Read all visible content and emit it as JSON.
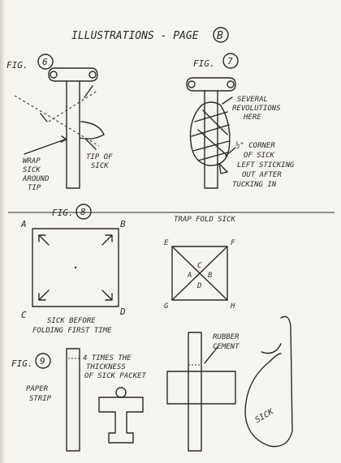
{
  "header": {
    "title": "ILLUSTRATIONS - PAGE",
    "page_letter": "B"
  },
  "fig6": {
    "label": "FIG.",
    "number": "6",
    "wrap_text": [
      "WRAP",
      "SICK",
      "AROUND",
      "TIP"
    ],
    "tip_text": [
      "TIP OF",
      "SICK"
    ]
  },
  "fig7": {
    "label": "FIG.",
    "number": "7",
    "revolutions_text": [
      "SEVERAL",
      "REVOLUTIONS",
      "HERE"
    ],
    "corner_text": [
      "½\" CORNER",
      "OF SICK",
      "LEFT STICKING",
      "OUT AFTER",
      "TUCKING IN"
    ]
  },
  "fig8": {
    "label": "FIG.",
    "number": "8",
    "corners": [
      "A",
      "B",
      "C",
      "D"
    ],
    "caption": [
      "SICK BEFORE",
      "FOLDING FIRST TIME"
    ],
    "trap_title": "TRAP FOLD SICK",
    "trap_outer": [
      "E",
      "F",
      "G",
      "H"
    ],
    "trap_inner": [
      "A",
      "B",
      "C",
      "D"
    ]
  },
  "fig9": {
    "label": "FIG.",
    "number": "9",
    "paper_strip": [
      "PAPER",
      "STRIP"
    ],
    "thickness_text": [
      "4 TIMES THE",
      "THICKNESS",
      "OF SICK PACKET"
    ],
    "rubber_cement": [
      "RUBBER",
      "CEMENT"
    ],
    "sick_label": "SICK"
  }
}
